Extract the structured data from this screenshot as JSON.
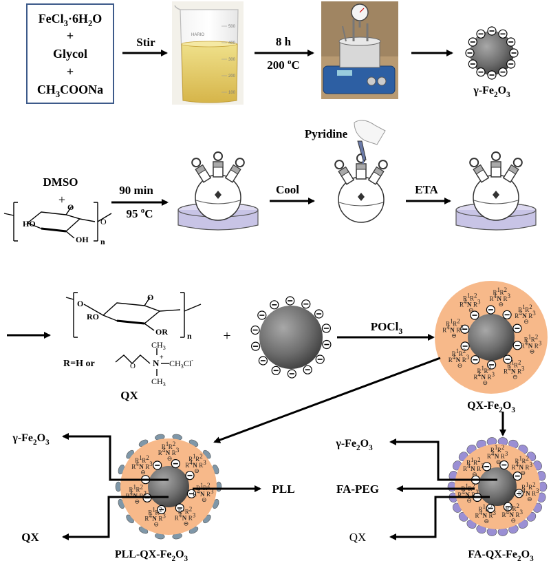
{
  "row1": {
    "reagent_line1": "FeCl",
    "reagent_line1_sub": "3",
    "reagent_line1_rest": "·6H",
    "reagent_line1_sub2": "2",
    "reagent_line1_end": "O",
    "plus": "+",
    "reagent_line2": "Glycol",
    "reagent_line3a": "CH",
    "reagent_line3_sub": "3",
    "reagent_line3b": "COONa",
    "step1": "Stir",
    "step2a": "8 h",
    "step2b": "200 ",
    "step2_deg": "o",
    "step2_unit": "C",
    "product": "γ-Fe",
    "product_sub1": "2",
    "product_mid": "O",
    "product_sub2": "3",
    "beaker_marks": [
      "500",
      "400",
      "300",
      "200",
      "100"
    ],
    "beaker_brand": "HARIO"
  },
  "row2": {
    "solvent": "DMSO",
    "plus": "+",
    "ho": "HO",
    "oh": "OH",
    "o": "O",
    "n": "n",
    "step1a": "90 min",
    "step1b": "95 ",
    "step1_deg": "o",
    "step1_unit": "C",
    "step2": "Cool",
    "reagent": "Pyridine",
    "step3": "ETA"
  },
  "row3": {
    "ro": "RO",
    "or": "OR",
    "o": "O",
    "n": "n",
    "r_def": "R=H or",
    "ch3_top": "CH",
    "ch3_sub": "3",
    "n_plus": "N",
    "plus_sign": "+",
    "ch3cl": "CH",
    "ch3cl_sub": "3",
    "ch3cl_end": "Cl",
    "ch3_bot": "CH",
    "ch3_bot_sub": "3",
    "qx": "QX",
    "plus": "+",
    "reagent": "POCl",
    "reagent_sub": "3",
    "product": "QX-Fe",
    "product_sub1": "2",
    "product_mid": "O",
    "product_sub2": "3"
  },
  "row4": {
    "left_label1": "γ-Fe",
    "left_label1_sub1": "2",
    "left_label1_mid": "O",
    "left_label1_sub2": "3",
    "left_label2": "QX",
    "left_label3": "PLL",
    "left_product": "PLL-QX-Fe",
    "left_product_sub1": "2",
    "left_product_mid": "O",
    "left_product_sub2": "3",
    "right_label1": "γ-Fe",
    "right_label1_sub1": "2",
    "right_label1_mid": "O",
    "right_label1_sub2": "3",
    "right_label2": "FA-PEG",
    "right_label3": "QX",
    "right_product": "FA-QX-Fe",
    "right_product_sub1": "2",
    "right_product_mid": "O",
    "right_product_sub2": "3"
  },
  "colors": {
    "core": "#6e6e6e",
    "shell": "#f7b98a",
    "reagent_box_border": "#3d5a8a",
    "bath": "#c8c4e6",
    "pll_coat": "#7f97a8",
    "fa_coat": "#9a8fd4"
  }
}
